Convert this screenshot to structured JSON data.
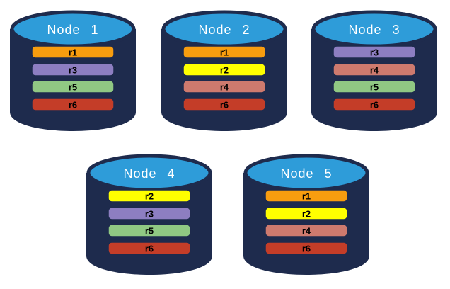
{
  "diagram": {
    "description": "Five database node cylinders showing replica placement",
    "background": "#ffffff"
  },
  "colors": {
    "cylinder_body": "#1E2B4D",
    "cylinder_top": "#2E9CD9",
    "title_text": "#FFFFFF",
    "bar_text": "#000000",
    "bar_border": "#1E2B4D"
  },
  "replica_colors": {
    "r1": "#F89D0F",
    "r2": "#FFFF00",
    "r3": "#8D7EC1",
    "r4": "#CE7A6E",
    "r5": "#90C883",
    "r6": "#C43D28"
  },
  "nodes": [
    {
      "title": "Node 1",
      "bars": [
        {
          "label": "r1",
          "color": "#F89D0F"
        },
        {
          "label": "r3",
          "color": "#8D7EC1"
        },
        {
          "label": "r5",
          "color": "#90C883"
        },
        {
          "label": "r6",
          "color": "#C43D28"
        }
      ]
    },
    {
      "title": "Node 2",
      "bars": [
        {
          "label": "r1",
          "color": "#F89D0F"
        },
        {
          "label": "r2",
          "color": "#FFFF00"
        },
        {
          "label": "r4",
          "color": "#CE7A6E"
        },
        {
          "label": "r6",
          "color": "#C43D28"
        }
      ]
    },
    {
      "title": "Node 3",
      "bars": [
        {
          "label": "r3",
          "color": "#8D7EC1"
        },
        {
          "label": "r4",
          "color": "#CE7A6E"
        },
        {
          "label": "r5",
          "color": "#90C883"
        },
        {
          "label": "r6",
          "color": "#C43D28"
        }
      ]
    },
    {
      "title": "Node 4",
      "bars": [
        {
          "label": "r2",
          "color": "#FFFF00"
        },
        {
          "label": "r3",
          "color": "#8D7EC1"
        },
        {
          "label": "r5",
          "color": "#90C883"
        },
        {
          "label": "r6",
          "color": "#C43D28"
        }
      ]
    },
    {
      "title": "Node 5",
      "bars": [
        {
          "label": "r1",
          "color": "#F89D0F"
        },
        {
          "label": "r2",
          "color": "#FFFF00"
        },
        {
          "label": "r4",
          "color": "#CE7A6E"
        },
        {
          "label": "r6",
          "color": "#C43D28"
        }
      ]
    }
  ]
}
